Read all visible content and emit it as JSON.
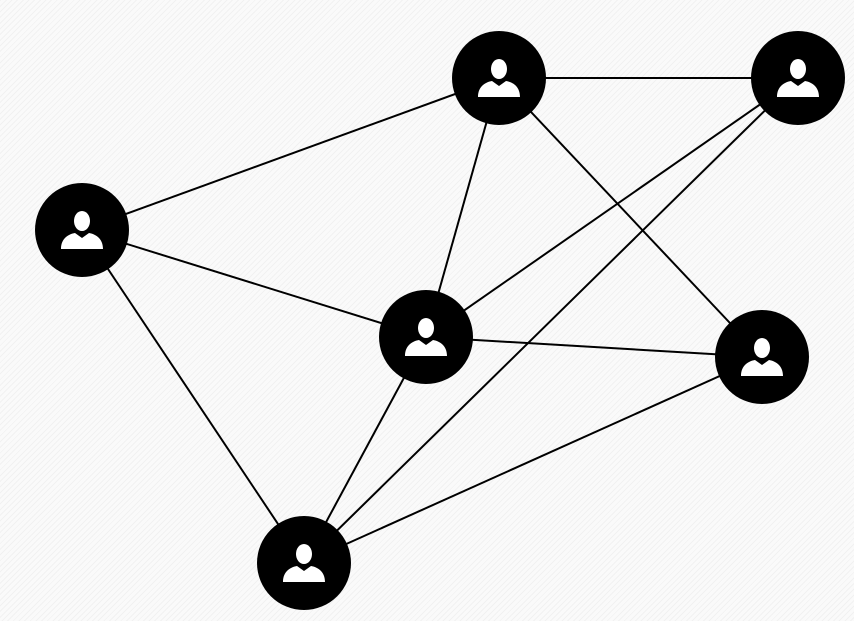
{
  "diagram": {
    "node_color": "#000000",
    "icon_color": "#ffffff",
    "edge_color": "#000000",
    "nodes": [
      {
        "id": "n1",
        "icon": "user-icon"
      },
      {
        "id": "n2",
        "icon": "user-icon"
      },
      {
        "id": "n3",
        "icon": "user-icon"
      },
      {
        "id": "n4",
        "icon": "user-icon"
      },
      {
        "id": "n5",
        "icon": "user-icon"
      },
      {
        "id": "n6",
        "icon": "user-icon"
      }
    ],
    "edges": [
      [
        "n1",
        "n2"
      ],
      [
        "n1",
        "n3"
      ],
      [
        "n1",
        "n5"
      ],
      [
        "n1",
        "n4"
      ],
      [
        "n2",
        "n4"
      ],
      [
        "n2",
        "n6"
      ],
      [
        "n4",
        "n5"
      ],
      [
        "n4",
        "n6"
      ],
      [
        "n4",
        "n3"
      ],
      [
        "n3",
        "n6"
      ],
      [
        "n5",
        "n6"
      ]
    ]
  }
}
